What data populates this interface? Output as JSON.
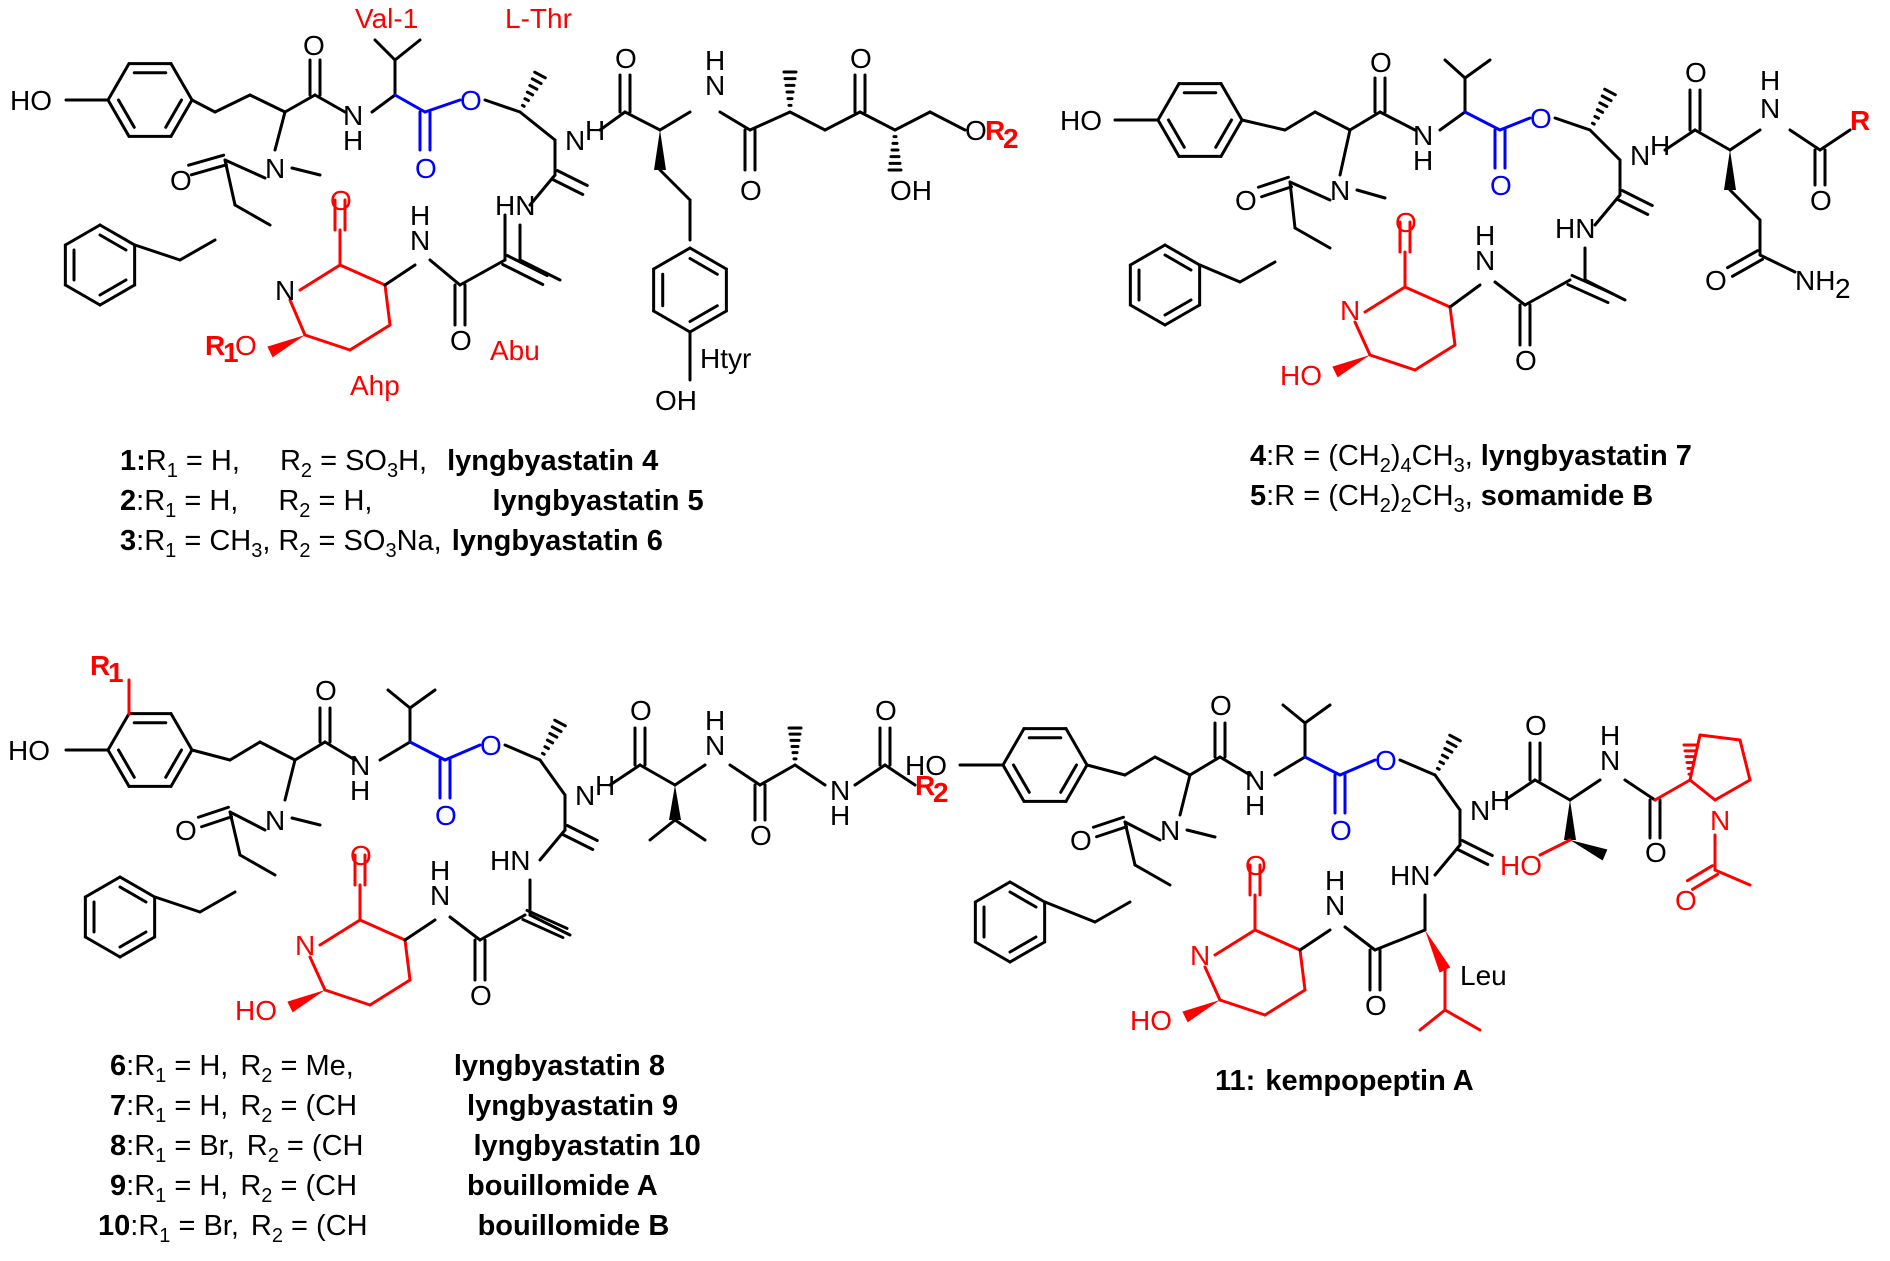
{
  "colors": {
    "ink": "#000000",
    "highlight": "#ff0000",
    "ester": "#0000ff"
  },
  "atoms": {
    "ho": "HO",
    "oh": "OH",
    "o": "O",
    "n": "N",
    "h": "H",
    "hn": "HN",
    "nh2": "NH",
    "two": "2",
    "r": "R",
    "r1": "R",
    "r1sub": "1",
    "r2": "R",
    "r2sub": "2",
    "r1o_sub": "1",
    "o_r2": "O"
  },
  "residue_labels": {
    "val1": "Val-1",
    "lthr": "L-Thr",
    "abu": "Abu",
    "ahp": "Ahp",
    "htyr": "Htyr",
    "leu": "Leu"
  },
  "captions": {
    "group1": [
      {
        "id": "1:",
        "r1": "R",
        "r1s": "1",
        "eq1": " = H,",
        "r2": "R",
        "r2s": "2",
        "eq2": " = SO",
        "eq2s": "3",
        "eq2t": "H,",
        "name": "lyngbyastatin 4"
      },
      {
        "id": "2",
        "sep": ":",
        "r1": "R",
        "r1s": "1",
        "eq1": " = H,",
        "r2": "R",
        "r2s": "2",
        "eq2": " = H,",
        "eq2s": "",
        "eq2t": "",
        "name": "lyngbyastatin 5"
      },
      {
        "id": "3",
        "sep": ":",
        "r1": "R",
        "r1s": "1",
        "eq1": " = CH",
        "eq1s": "3",
        "eq1t": ",",
        "r2": "R",
        "r2s": "2",
        "eq2": " = SO",
        "eq2s": "3",
        "eq2t": "Na,",
        "name": "lyngbyastatin 6"
      }
    ],
    "group2": [
      {
        "id": "4",
        "sep": ":",
        "pre": "R = (CH",
        "s1": "2",
        "mid": ")",
        "s2": "4",
        "post": "CH",
        "s3": "3",
        "tail": ",",
        "name": "lyngbyastatin 7"
      },
      {
        "id": "5",
        "sep": ":",
        "pre": "R = (CH",
        "s1": "2",
        "mid": ")",
        "s2": "2",
        "post": "CH",
        "s3": "3",
        "tail": ",",
        "name": "somamide B"
      }
    ],
    "group3": [
      {
        "id": "6",
        "sep": ":",
        "r1eq": " = H,",
        "r2eq": " = Me,",
        "name": "lyngbyastatin 8"
      },
      {
        "id": "7",
        "sep": ":",
        "r1eq": " = H,",
        "r2eq": " = (CH",
        "name": "lyngbyastatin 9"
      },
      {
        "id": "8",
        "sep": ":",
        "r1eq": " = Br,",
        "r2eq": " = (CH",
        "name": "lyngbyastatin 10"
      },
      {
        "id": "9",
        "sep": ":",
        "r1eq": " = H,",
        "r2eq": " = (CH",
        "name": "bouillomide A"
      },
      {
        "id": "10",
        "sep": ":",
        "r1eq": " = Br,",
        "r2eq": " = (CH",
        "name": "bouillomide B"
      }
    ],
    "group4": {
      "id": "11:",
      "name": "kempopeptin A"
    }
  }
}
